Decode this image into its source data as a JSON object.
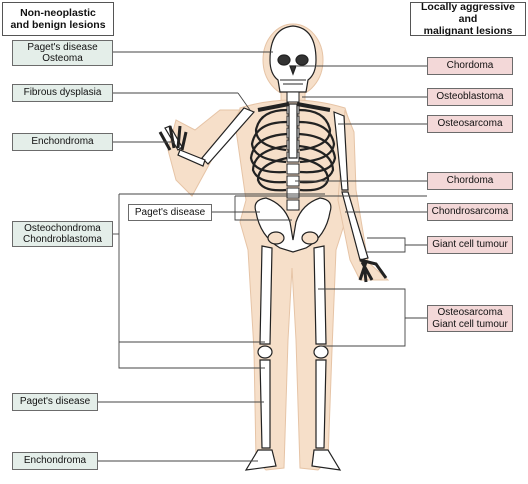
{
  "headers": {
    "left": "Non-neoplastic\nand benign lesions",
    "right": "Locally aggressive and\nmalignant lesions"
  },
  "left_labels": [
    {
      "id": "pagets-osteoma",
      "text": "Paget's disease\nOsteoma"
    },
    {
      "id": "fibrous-dysplasia",
      "text": "Fibrous dysplasia"
    },
    {
      "id": "enchondroma-upper",
      "text": "Enchondroma"
    },
    {
      "id": "osteochondroma-chondroblastoma",
      "text": "Osteochondroma\nChondroblastoma"
    },
    {
      "id": "pagets-lower",
      "text": "Paget's disease"
    },
    {
      "id": "enchondroma-lower",
      "text": "Enchondroma"
    }
  ],
  "center_label": {
    "id": "pagets-pelvis",
    "text": "Paget's disease"
  },
  "right_labels": [
    {
      "id": "chordoma-skull",
      "text": "Chordoma"
    },
    {
      "id": "osteoblastoma",
      "text": "Osteoblastoma"
    },
    {
      "id": "osteosarcoma-humerus",
      "text": "Osteosarcoma"
    },
    {
      "id": "chordoma-sacrum",
      "text": "Chordoma"
    },
    {
      "id": "chondrosarcoma",
      "text": "Chondrosarcoma"
    },
    {
      "id": "giant-cell-tumour",
      "text": "Giant cell tumour"
    },
    {
      "id": "osteosarcoma-gct-knee",
      "text": "Osteosarcoma\nGiant cell tumour"
    }
  ],
  "colors": {
    "benign_fill": "#e4eee9",
    "malignant_fill": "#f3d8d8",
    "body_fill": "#f6dfc9",
    "bone_fill": "#ffffff",
    "line": "#444444"
  }
}
